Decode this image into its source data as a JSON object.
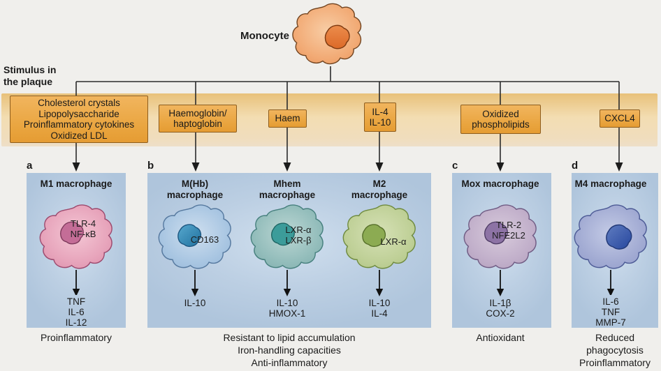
{
  "monocyte": {
    "label": "Monocyte"
  },
  "stimulus_header": "Stimulus in\nthe plaque",
  "stimuli": [
    {
      "label": "Cholesterol crystals\nLipopolysaccharide\nProinflammatory cytokines\nOxidized LDL"
    },
    {
      "label": "Haemoglobin/\nhaptoglobin"
    },
    {
      "label": "Haem"
    },
    {
      "label": "IL-4\nIL-10"
    },
    {
      "label": "Oxidized\nphospholipids"
    },
    {
      "label": "CXCL4"
    }
  ],
  "panels": [
    {
      "letter": "a",
      "caption": "Proinflammatory",
      "columns": [
        {
          "title": "M1 macrophage",
          "markers": "TLR-4\nNF-κB",
          "products": "TNF\nIL-6\nIL-12"
        }
      ]
    },
    {
      "letter": "b",
      "caption": "Resistant to lipid accumulation\nIron-handling capacities\nAnti-inflammatory",
      "columns": [
        {
          "title": "M(Hb)\nmacrophage",
          "markers": "CD163",
          "products": "IL-10"
        },
        {
          "title": "Mhem\nmacrophage",
          "markers": "LXR-α\nLXR-β",
          "products": "IL-10\nHMOX-1"
        },
        {
          "title": "M2\nmacrophage",
          "markers": "LXR-α",
          "products": "IL-10\nIL-4"
        }
      ]
    },
    {
      "letter": "c",
      "caption": "Antioxidant",
      "columns": [
        {
          "title": "Mox macrophage",
          "markers": "TLR-2\nNFE2L2",
          "products": "IL-1β\nCOX-2"
        }
      ]
    },
    {
      "letter": "d",
      "caption": "Reduced\nphagocytosis\nProinflammatory",
      "columns": [
        {
          "title": "M4 macrophage",
          "markers": "",
          "products": "IL-6\nTNF\nMMP-7"
        }
      ]
    }
  ],
  "colors": {
    "background": "#f0efec",
    "band_top": "#e8c17a",
    "band_mid": "#f3ddb2",
    "stim_box_fill": "#eca946",
    "stim_box_border": "#8d5d1e",
    "panel_fill": "#bccfe3",
    "line": "#2b2b2b",
    "monocyte_body": "#f3b484",
    "monocyte_nucleus": "#e2763a",
    "m1_body": "#eab0c4",
    "m1_nucleus": "#c46d97",
    "mhb_body": "#b4cde6",
    "mhb_nucleus": "#3b92bf",
    "mhem_body": "#9ec4c2",
    "mhem_nucleus": "#3c9c9a",
    "m2_body": "#c4d49f",
    "m2_nucleus": "#8cab52",
    "mox_body": "#c7b6ce",
    "mox_nucleus": "#8d73a5",
    "m4_body": "#a9b2d8",
    "m4_nucleus": "#3f5cae"
  }
}
